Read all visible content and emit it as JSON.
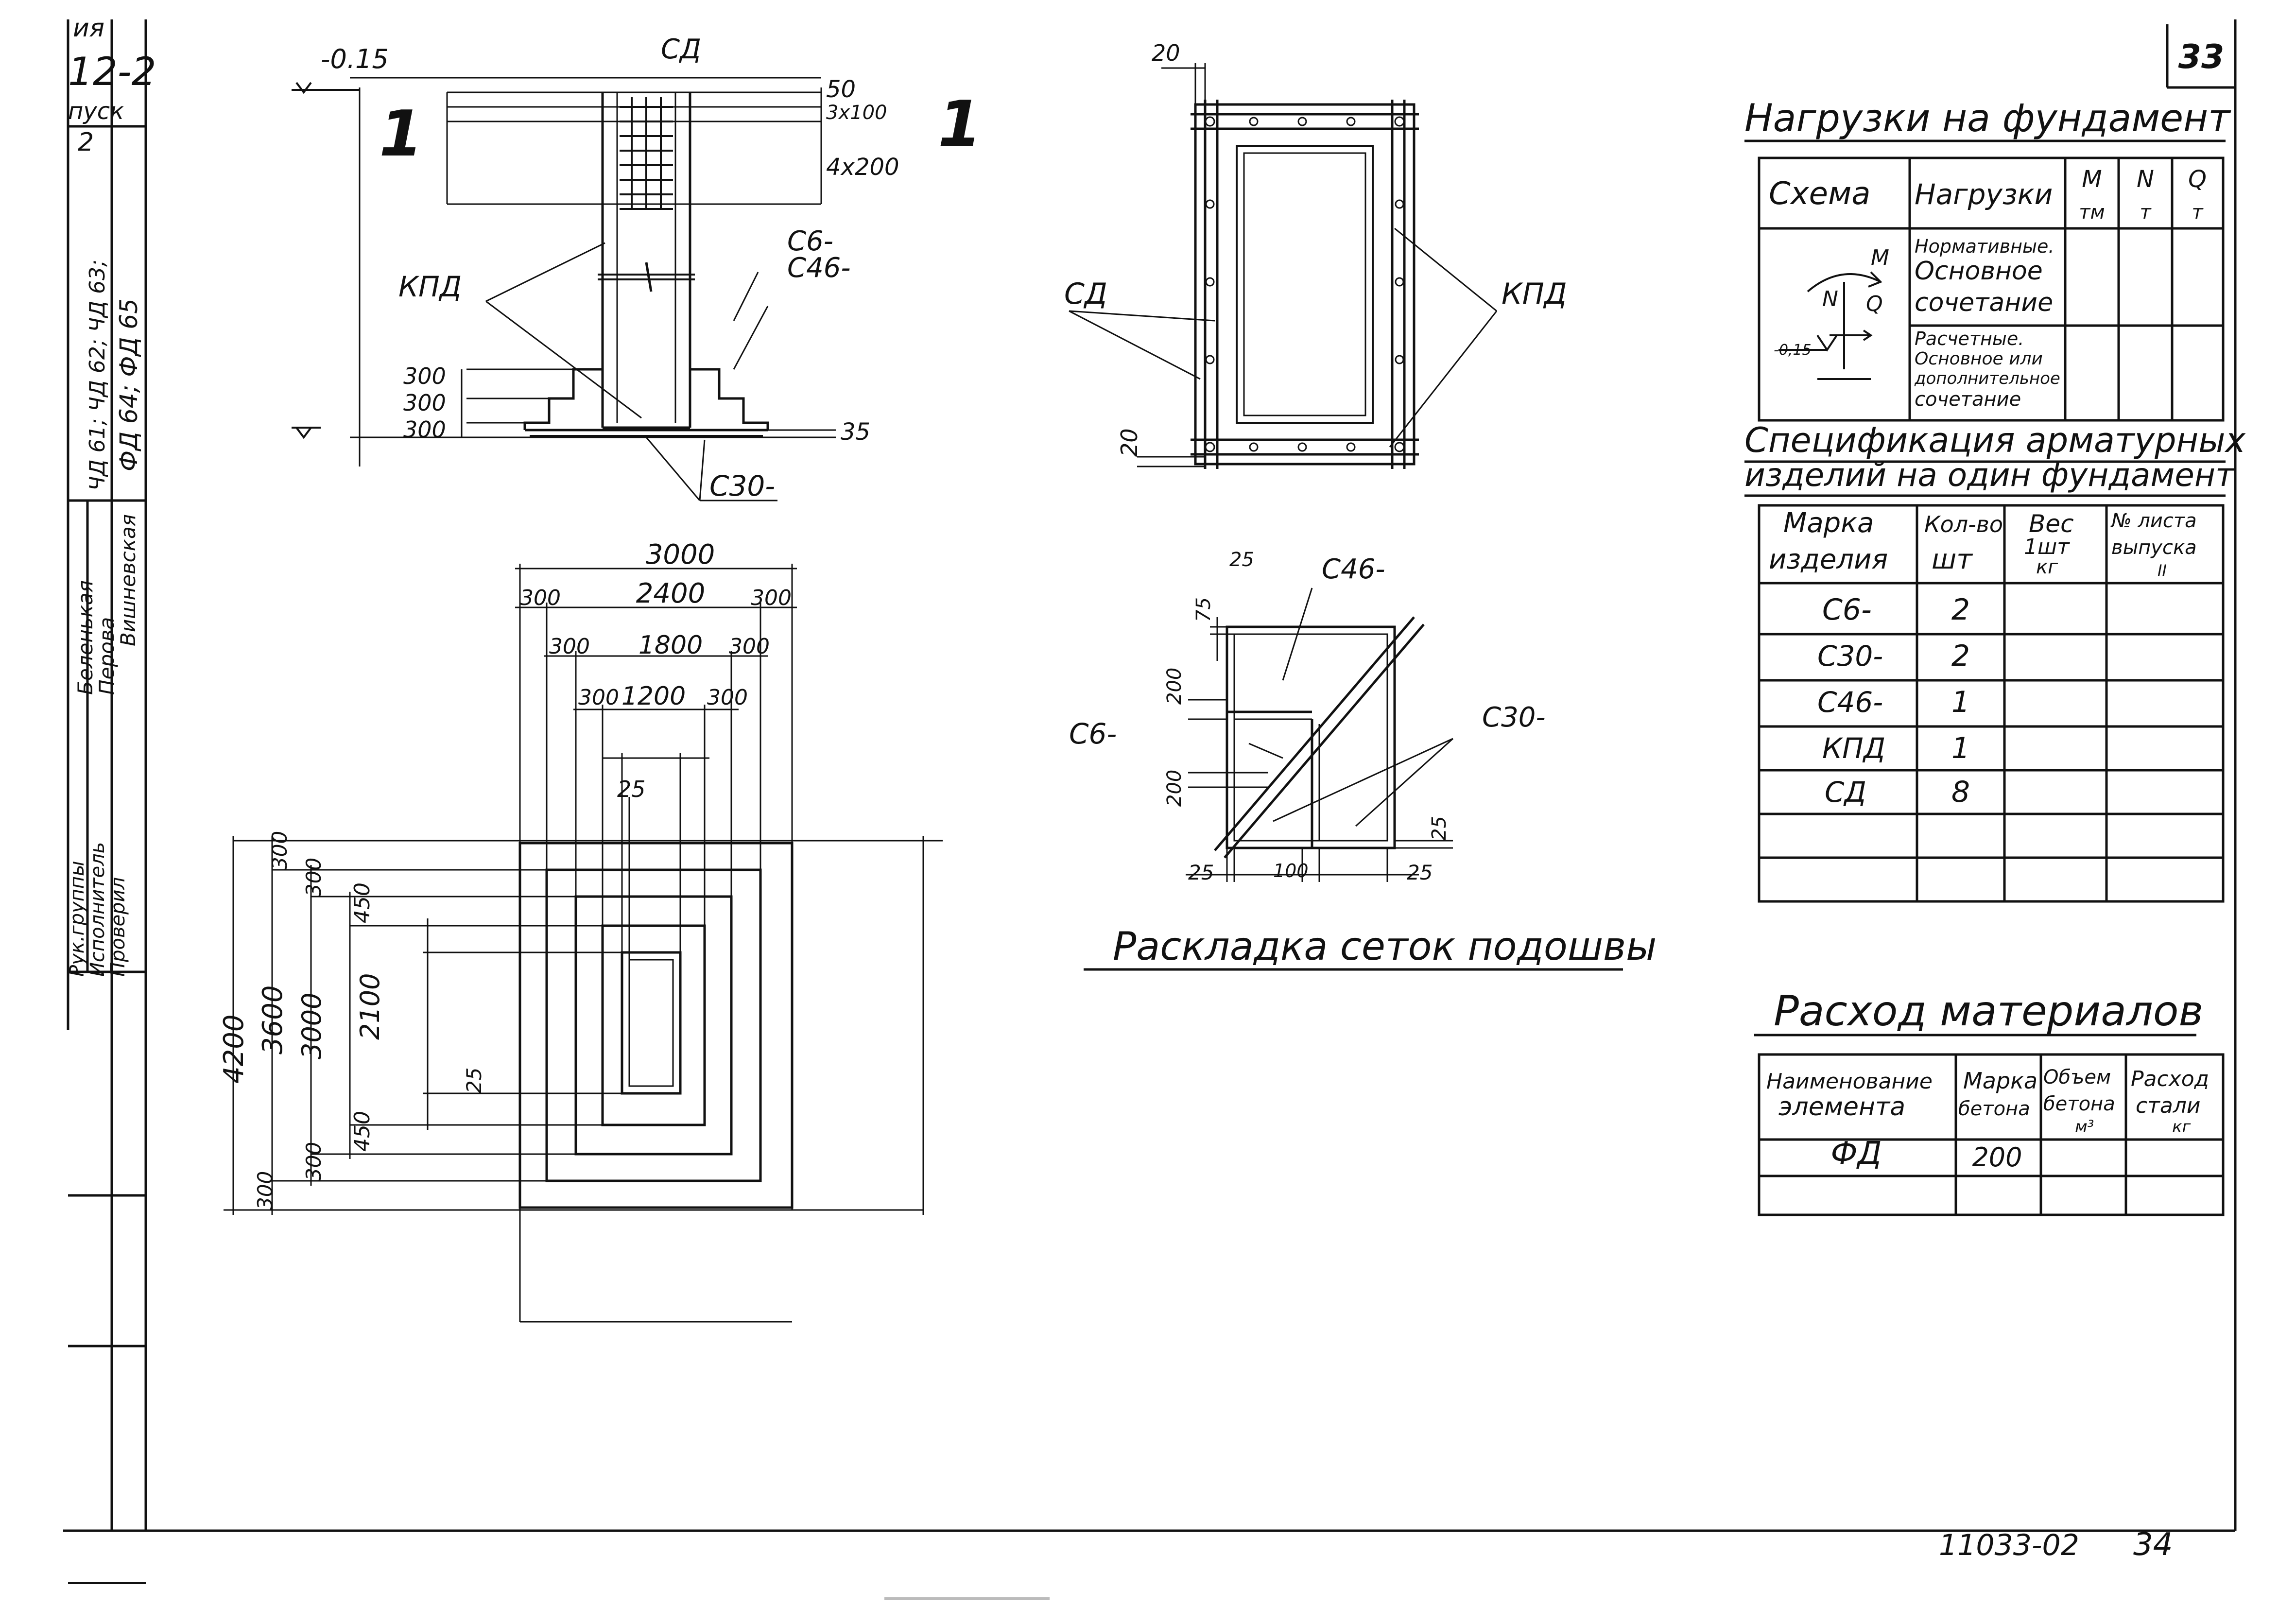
{
  "sheet": {
    "page_no": "33",
    "doc_code": "11033-02",
    "sheet_no": "34"
  },
  "stamp": {
    "top": [
      "ия",
      "12-2",
      "пуск",
      "2"
    ],
    "ref": [
      "ЧД 61; ЧД 62; ЧД 63;",
      "ФД 64; ФД 65"
    ],
    "roles": [
      "Рук.группы",
      "Исполнитель",
      "Проверил"
    ],
    "names": [
      "Беленькая",
      "Перова",
      "Вишневская"
    ]
  },
  "section": {
    "label": "1",
    "label2": "1",
    "elev_top": "-0.15",
    "sd": "СД",
    "kpd": "КПД",
    "c6": "С6-",
    "c46": "С46-",
    "c30": "С30-",
    "dim_50": "50",
    "dim_3x100": "3х100",
    "dim_4x200": "4х200",
    "dim_300": "300",
    "dim_35": "35"
  },
  "plan": {
    "d3000": "3000",
    "d2400": "2400",
    "d1800": "1800",
    "d1200": "1200",
    "d300": "300",
    "d25": "25",
    "d4200": "4200",
    "d3600": "3600",
    "d3000v": "3000",
    "d2100": "2100",
    "d450": "450"
  },
  "column": {
    "dim_20": "20",
    "sd": "СД",
    "kpd": "КПД"
  },
  "mesh": {
    "c46": "С46-",
    "c6": "С6-",
    "c30": "С30-",
    "d25": "25",
    "d75": "75",
    "d200": "200",
    "d100": "100",
    "title": "Раскладка сеток подошвы"
  },
  "loads": {
    "title": "Нагрузки на фундамент",
    "headers": [
      "Схема",
      "Нагрузки",
      "М",
      "N",
      "Q"
    ],
    "units": [
      "тм",
      "т",
      "т"
    ],
    "row1": [
      "Нормативные.",
      "Основное",
      "сочетание"
    ],
    "row2": [
      "Расчетные.",
      "Основное или",
      "дополнительное",
      "сочетание"
    ],
    "scheme": {
      "M": "M",
      "N": "N",
      "Q": "Q",
      "elev": "-0,15"
    }
  },
  "spec": {
    "title1": "Спецификация арматурных",
    "title2": "изделий на один фундамент",
    "headers": [
      "Марка",
      "изделия",
      "Кол-во",
      "шт",
      "Вес",
      "1шт",
      "кг",
      "№ листа",
      "выпуска",
      "II"
    ],
    "rows": [
      {
        "mark": "С6-",
        "qty": "2"
      },
      {
        "mark": "С30-",
        "qty": "2"
      },
      {
        "mark": "С46-",
        "qty": "1"
      },
      {
        "mark": "КПД",
        "qty": "1"
      },
      {
        "mark": "СД",
        "qty": "8"
      }
    ]
  },
  "materials": {
    "title": "Расход материалов",
    "headers": [
      "Наименование",
      "элемента",
      "Марка",
      "бетона",
      "Объем",
      "бетона",
      "м³",
      "Расход",
      "стали",
      "кг"
    ],
    "row": {
      "name": "ФД",
      "grade": "200"
    }
  }
}
